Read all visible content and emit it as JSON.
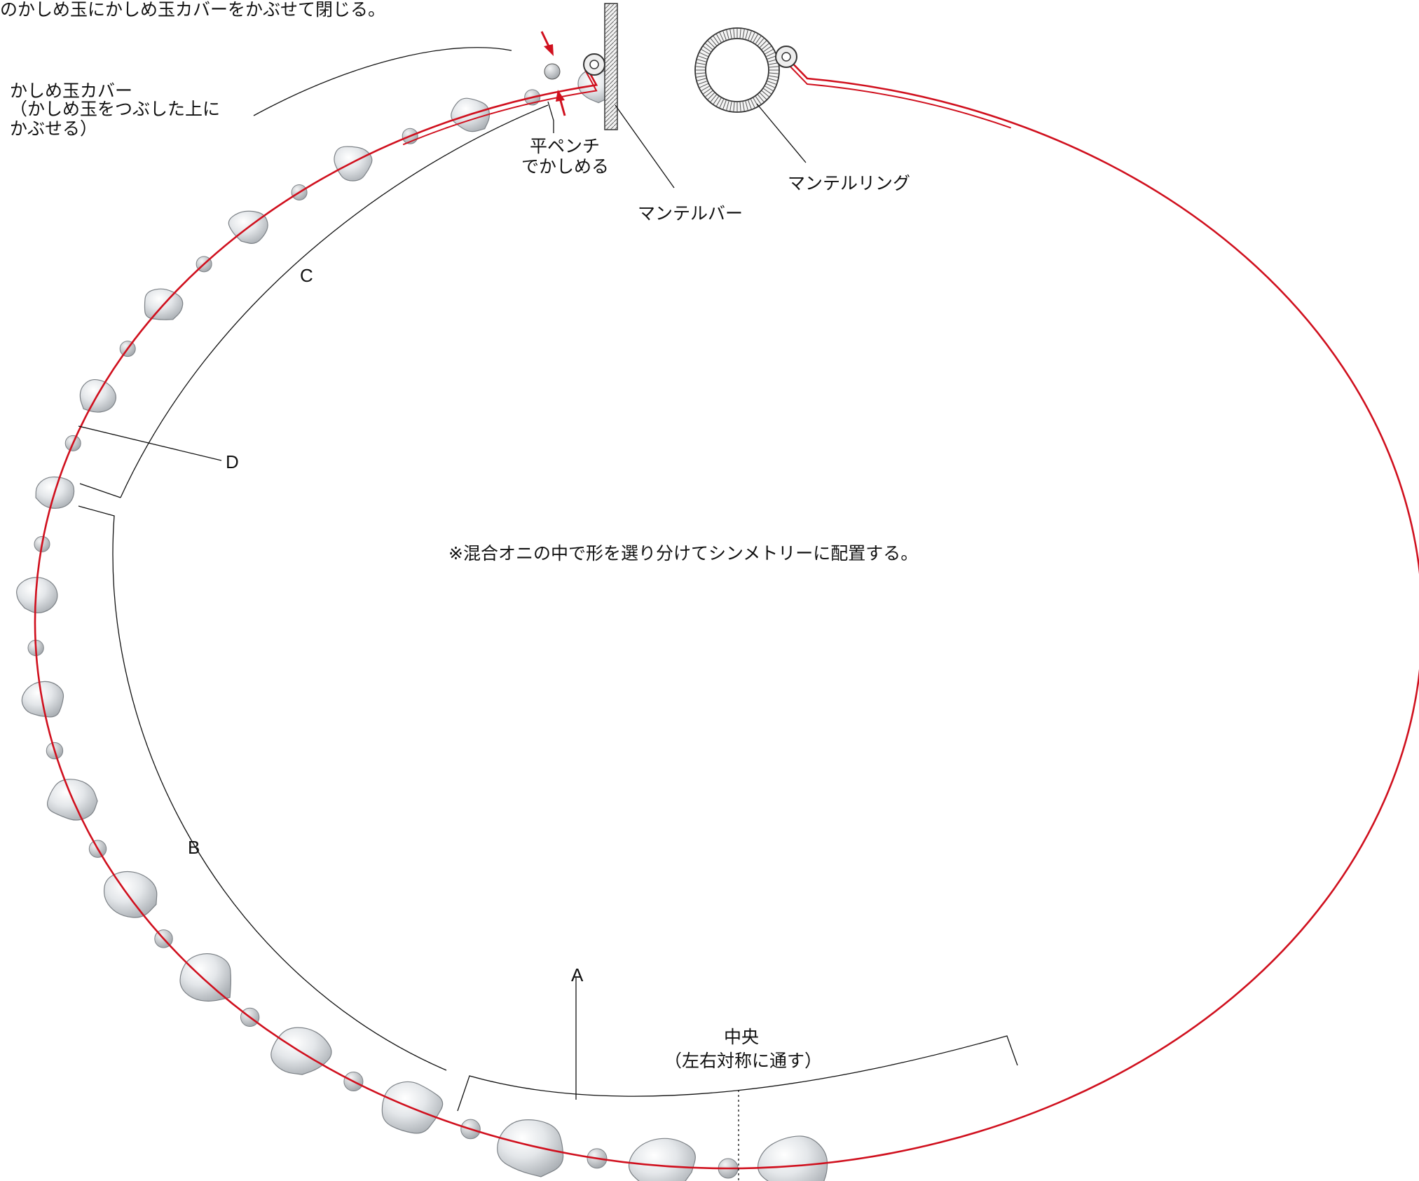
{
  "labels": {
    "top_instruction": "のかしめ玉にかしめ玉カバーをかぶせて閉じる。",
    "crimp_cover_1": "かしめ玉カバー",
    "crimp_cover_2": "（かしめ玉をつぶした上に",
    "crimp_cover_3": "かぶせる）",
    "pliers_1": "平ペンチ",
    "pliers_2": "でかしめる",
    "mantel_bar": "マンテルバー",
    "mantel_ring": "マンテルリング",
    "section_a": "A",
    "section_b": "B",
    "section_c": "C",
    "section_d": "D",
    "center_note": "※混合オニの中で形を選り分けてシンメトリーに配置する。",
    "center_1": "中央",
    "center_2": "（左右対称に通す）"
  },
  "colors": {
    "wire": "#d0101e",
    "arrow": "#d0101e",
    "bead_fill": "#d9dde0",
    "bead_stroke": "#7d8287",
    "line": "#111111"
  },
  "icons": [
    "mantel-bar-icon",
    "mantel-ring-icon",
    "crimp-arrow-icon",
    "bead-icon",
    "spacer-bead-icon"
  ]
}
